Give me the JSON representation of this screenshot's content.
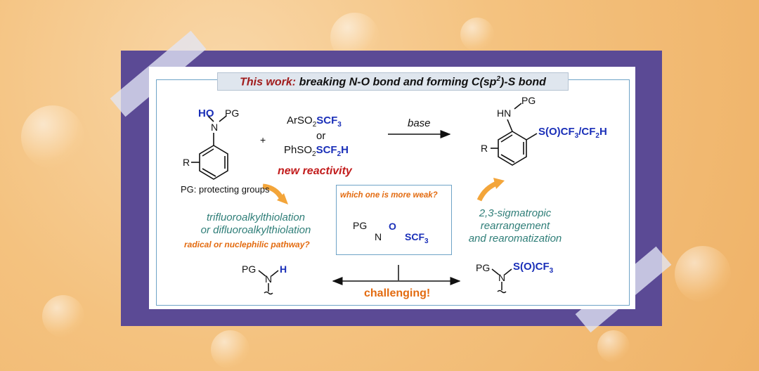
{
  "title": {
    "lead": "This work:",
    "rest": "breaking N-O bond and forming C(sp",
    "sup": "2",
    "tail": ")-S bond"
  },
  "reactant": {
    "ho": "HO",
    "n": "N",
    "pg": "PG",
    "r": "R",
    "pg_note": "PG: protecting groups"
  },
  "plus": "+",
  "reagents": {
    "r1_pre": "ArSO",
    "r1_sub": "2",
    "r1_bold": "SCF",
    "r1_bold_sub": "3",
    "or": "or",
    "r2_pre": "PhSO",
    "r2_sub": "2",
    "r2_bold": "SCF",
    "r2_bold_sub": "2",
    "r2_bold_tail": "H",
    "new_reactivity": "new reactivity"
  },
  "condition": "base",
  "product": {
    "hn": "HN",
    "pg": "PG",
    "r": "R",
    "sub_a": "S(O)CF",
    "sub_a_sub": "3",
    "sub_b": "/CF",
    "sub_b_sub": "2",
    "sub_b_tail": "H"
  },
  "left_text": {
    "line1": "trifluoroalkylthiolation",
    "line2": "or difluoroalkylthiolation",
    "question": "radical or nuclephilic pathway?"
  },
  "center_box": {
    "question": "which one is more weak?",
    "pg": "PG",
    "n": "N",
    "o": "O",
    "scf": "SCF",
    "scf_sub": "3"
  },
  "right_text": {
    "line1": "2,3-sigmatropic",
    "line2": "rearrangement",
    "line3": "and rearomatization"
  },
  "bottom_left": {
    "pg": "PG",
    "n": "N",
    "h": "H"
  },
  "bottom_right": {
    "pg": "PG",
    "n": "N",
    "s": "S(O)CF",
    "s_sub": "3"
  },
  "challenging": "challenging!",
  "colors": {
    "frame": "#5b4a95",
    "blue_text": "#1a2fb8",
    "red_text": "#c21d1d",
    "teal_text": "#2f7e78",
    "orange_text": "#e36b10",
    "arrow_orange": "#f3a53a"
  }
}
